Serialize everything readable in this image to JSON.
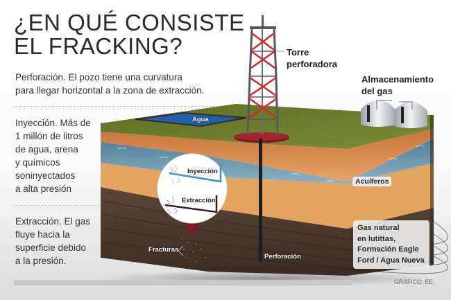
{
  "title": {
    "line1": "¿EN QUÉ CONSISTE",
    "line2": "EL FRACKING?"
  },
  "steps": [
    {
      "text": "Perforación. El pozo tiene una curvatura\npara llegar horizontal a la zona de extracción."
    },
    {
      "text": "Inyección. Más de\n 1 millón de litros\nde agua, arena\ny químicos\nsoninyectados\na alta presión"
    },
    {
      "text": "Extracción. El gas\nfluye hacia la\nsuperficie debido\na la presión."
    }
  ],
  "labels": {
    "tower": "Torre\nperforadora",
    "storage": "Almacenamiento\ndel gas",
    "water": "Agua",
    "aquifers": "Acuíferos",
    "injection": "Inyección",
    "extraction": "Extracción",
    "fractures": "Fracturas",
    "drilling": "Perforación",
    "gas_formation": "Gas natural\nen lutittas,\nFormación Eagle\nFord / Agua Nueva"
  },
  "credit": "GRÁFICO: EE.",
  "colors": {
    "grass": "#6f7f2e",
    "rock_top": "#d98a4a",
    "aquifer": "#5f8fa6",
    "sand": "#e2a45f",
    "shale": "#4a3a2e",
    "tower_red": "#d22a2a",
    "tower_gray": "#555a60",
    "water_blue": "#1f5fb0",
    "injection_blue": "#3a8fd0",
    "extraction_dark": "#3a1a1e"
  }
}
